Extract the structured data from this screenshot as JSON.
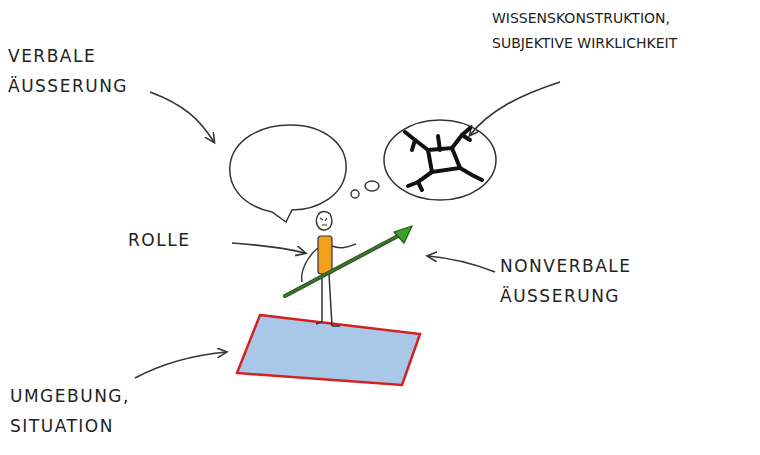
{
  "diagram": {
    "labels": [
      "VERBALE ÄUSSERUNG",
      "WISSENSKONSTRUKTION, SUBJEKTIVE WIRKLICHKEIT",
      "ROLLE",
      "NONVERBALE ÄUSSERUNG",
      "UMGEBUNG, SITUATION"
    ]
  }
}
